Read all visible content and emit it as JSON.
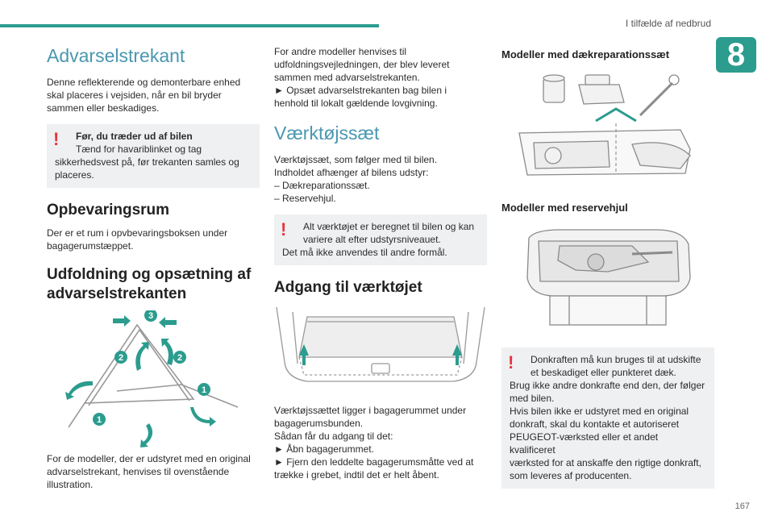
{
  "header": {
    "running_head": "I tilfælde af nedbrud",
    "chapter": "8",
    "page_number": "167"
  },
  "colors": {
    "accent": "#2b9c8e",
    "heading": "#4a97b0",
    "warning": "#e8333f",
    "box": "#eef0f1"
  },
  "col1": {
    "title": "Advarselstrekant",
    "intro": [
      "Denne reflekterende og demonterbare enhed",
      "skal placeres i vejsiden, når en bil bryder",
      "sammen eller beskadiges."
    ],
    "warning": {
      "bold": "Før, du træder ud af bilen",
      "lines": [
        "Tænd for havariblinket og tag",
        "sikkerhedsvest på, før trekanten samles og",
        "placeres."
      ]
    },
    "storage_heading": "Opbevaringsrum",
    "storage_text": [
      "Der er et rum i opvbevaringsboksen under",
      "bagagerumstæppet."
    ],
    "unfold_heading": [
      "Udfoldning og opsætning af",
      "advarselstrekanten"
    ],
    "fig_labels": [
      "3",
      "2",
      "2",
      "1",
      "1"
    ],
    "footer_text": [
      "For de modeller, der er udstyret med en original",
      "advarselstrekant, henvises til ovenstående",
      "illustration."
    ]
  },
  "col2": {
    "intro": [
      "For andre modeller henvises til",
      "udfoldningsvejledningen, der blev leveret",
      "sammen med advarselstrekanten.",
      "► Opsæt advarselstrekanten bag bilen i",
      "henhold til lokalt gældende lovgivning."
    ],
    "toolkit_title": "Værktøjssæt",
    "toolkit_text": [
      "Værktøjssæt, som følger med til bilen.",
      "Indholdet afhænger af bilens udstyr:",
      "– Dækreparationssæt.",
      "– Reservehjul."
    ],
    "warning": {
      "lines": [
        "Alt værktøjet er beregnet til bilen og kan",
        "variere alt efter udstyrsniveauet.",
        "Det må ikke anvendes til andre formål."
      ]
    },
    "access_heading": "Adgang til værktøjet",
    "access_text": [
      "Værktøjssættet ligger i bagagerummet under",
      "bagagerumsbunden.",
      "Sådan får du adgang til det:",
      "► Åbn bagagerummet.",
      "► Fjern den leddelte bagagerumsmåtte ved at",
      "trække i grebet, indtil det er helt åbent."
    ]
  },
  "col3": {
    "repair_heading": "Modeller med dækreparationssæt",
    "spare_heading": "Modeller med reservehjul",
    "warning": {
      "lines": [
        "Donkraften må kun bruges til at udskifte",
        "et beskadiget eller punkteret dæk.",
        "Brug ikke andre donkrafte end den, der følger",
        "med bilen.",
        "Hvis bilen ikke er udstyret med en original",
        "donkraft, skal du kontakte et autoriseret",
        "PEUGEOT-værksted eller et andet kvalificeret",
        "værksted for at anskaffe den rigtige donkraft,",
        "som leveres af producenten."
      ]
    }
  }
}
